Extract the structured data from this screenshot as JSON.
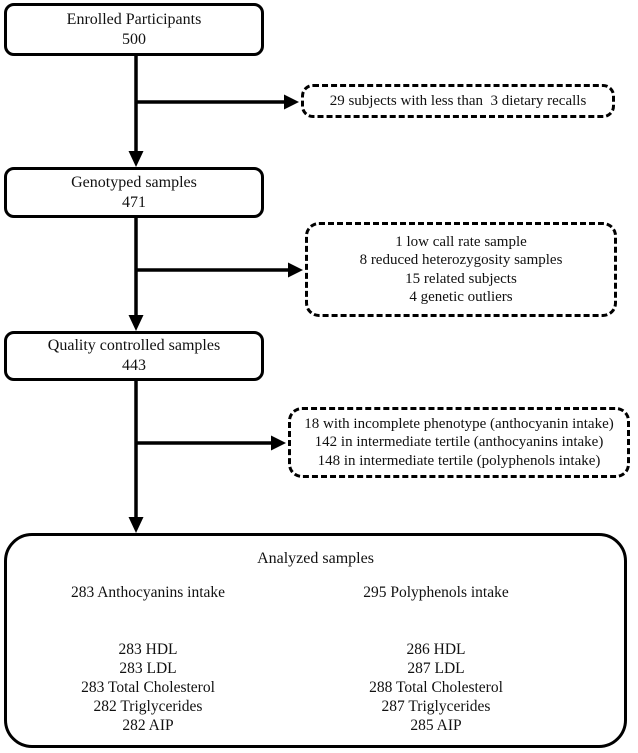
{
  "stage_boxes": [
    {
      "title": "Enrolled Participants",
      "count": "500"
    },
    {
      "title": "Genotyped samples",
      "count": "471"
    },
    {
      "title": "Quality controlled samples",
      "count": "443"
    }
  ],
  "exclusion_boxes": [
    {
      "lines": [
        "29 subjects with less than  3 dietary recalls"
      ]
    },
    {
      "lines": [
        "1 low call rate sample",
        "8 reduced heterozygosity samples",
        "15 related subjects",
        "4 genetic outliers"
      ]
    },
    {
      "lines": [
        "18 with incomplete phenotype (anthocyanin intake)",
        "142 in intermediate tertile (anthocyanins intake)",
        "148 in intermediate tertile (polyphenols intake)"
      ]
    }
  ],
  "analyzed_box": {
    "title": "Analyzed samples",
    "columns": [
      {
        "header": "283 Anthocyanins intake",
        "items": [
          "283 HDL",
          "283 LDL",
          "283 Total Cholesterol",
          "282 Triglycerides",
          "282 AIP"
        ]
      },
      {
        "header": "295 Polyphenols intake",
        "items": [
          "286 HDL",
          "287 LDL",
          "288 Total Cholesterol",
          "287 Triglycerides",
          "285 AIP"
        ]
      }
    ]
  },
  "colors": {
    "line": "#000000",
    "background": "#ffffff",
    "text": "#111111"
  }
}
